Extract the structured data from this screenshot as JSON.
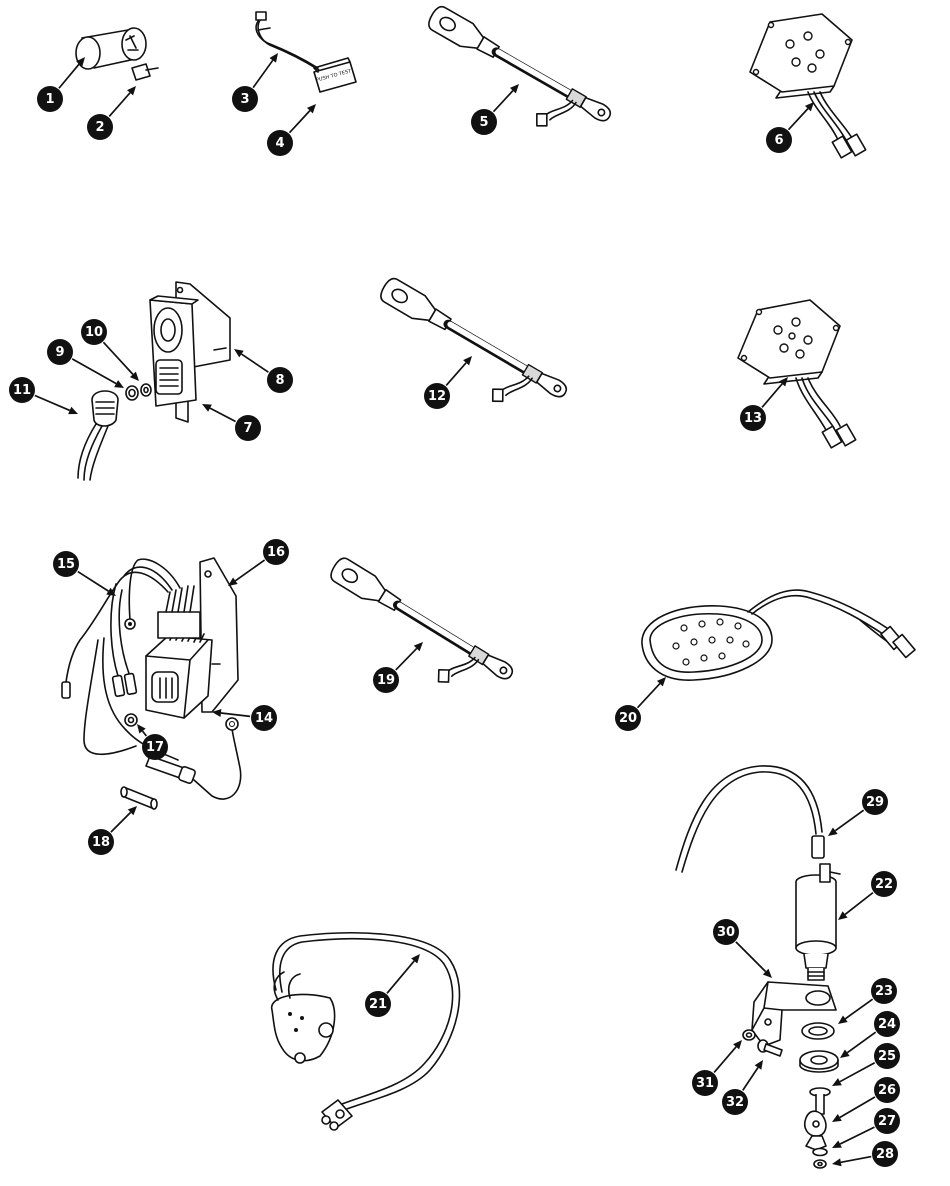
{
  "callouts": [
    "1",
    "2",
    "3",
    "4",
    "5",
    "6",
    "7",
    "8",
    "9",
    "10",
    "11",
    "12",
    "13",
    "14",
    "15",
    "16",
    "17",
    "18",
    "19",
    "20",
    "21",
    "22",
    "23",
    "24",
    "25",
    "26",
    "27",
    "28",
    "29",
    "30",
    "31",
    "32"
  ],
  "part_label_text": "PUSH TO TEST",
  "icons": {
    "connector": "connector-icon",
    "cable": "battery-cable-icon",
    "plate": "sensor-plate-icon",
    "module": "control-module-icon",
    "harness": "wire-harness-icon",
    "sender": "pressure-sender-icon"
  }
}
